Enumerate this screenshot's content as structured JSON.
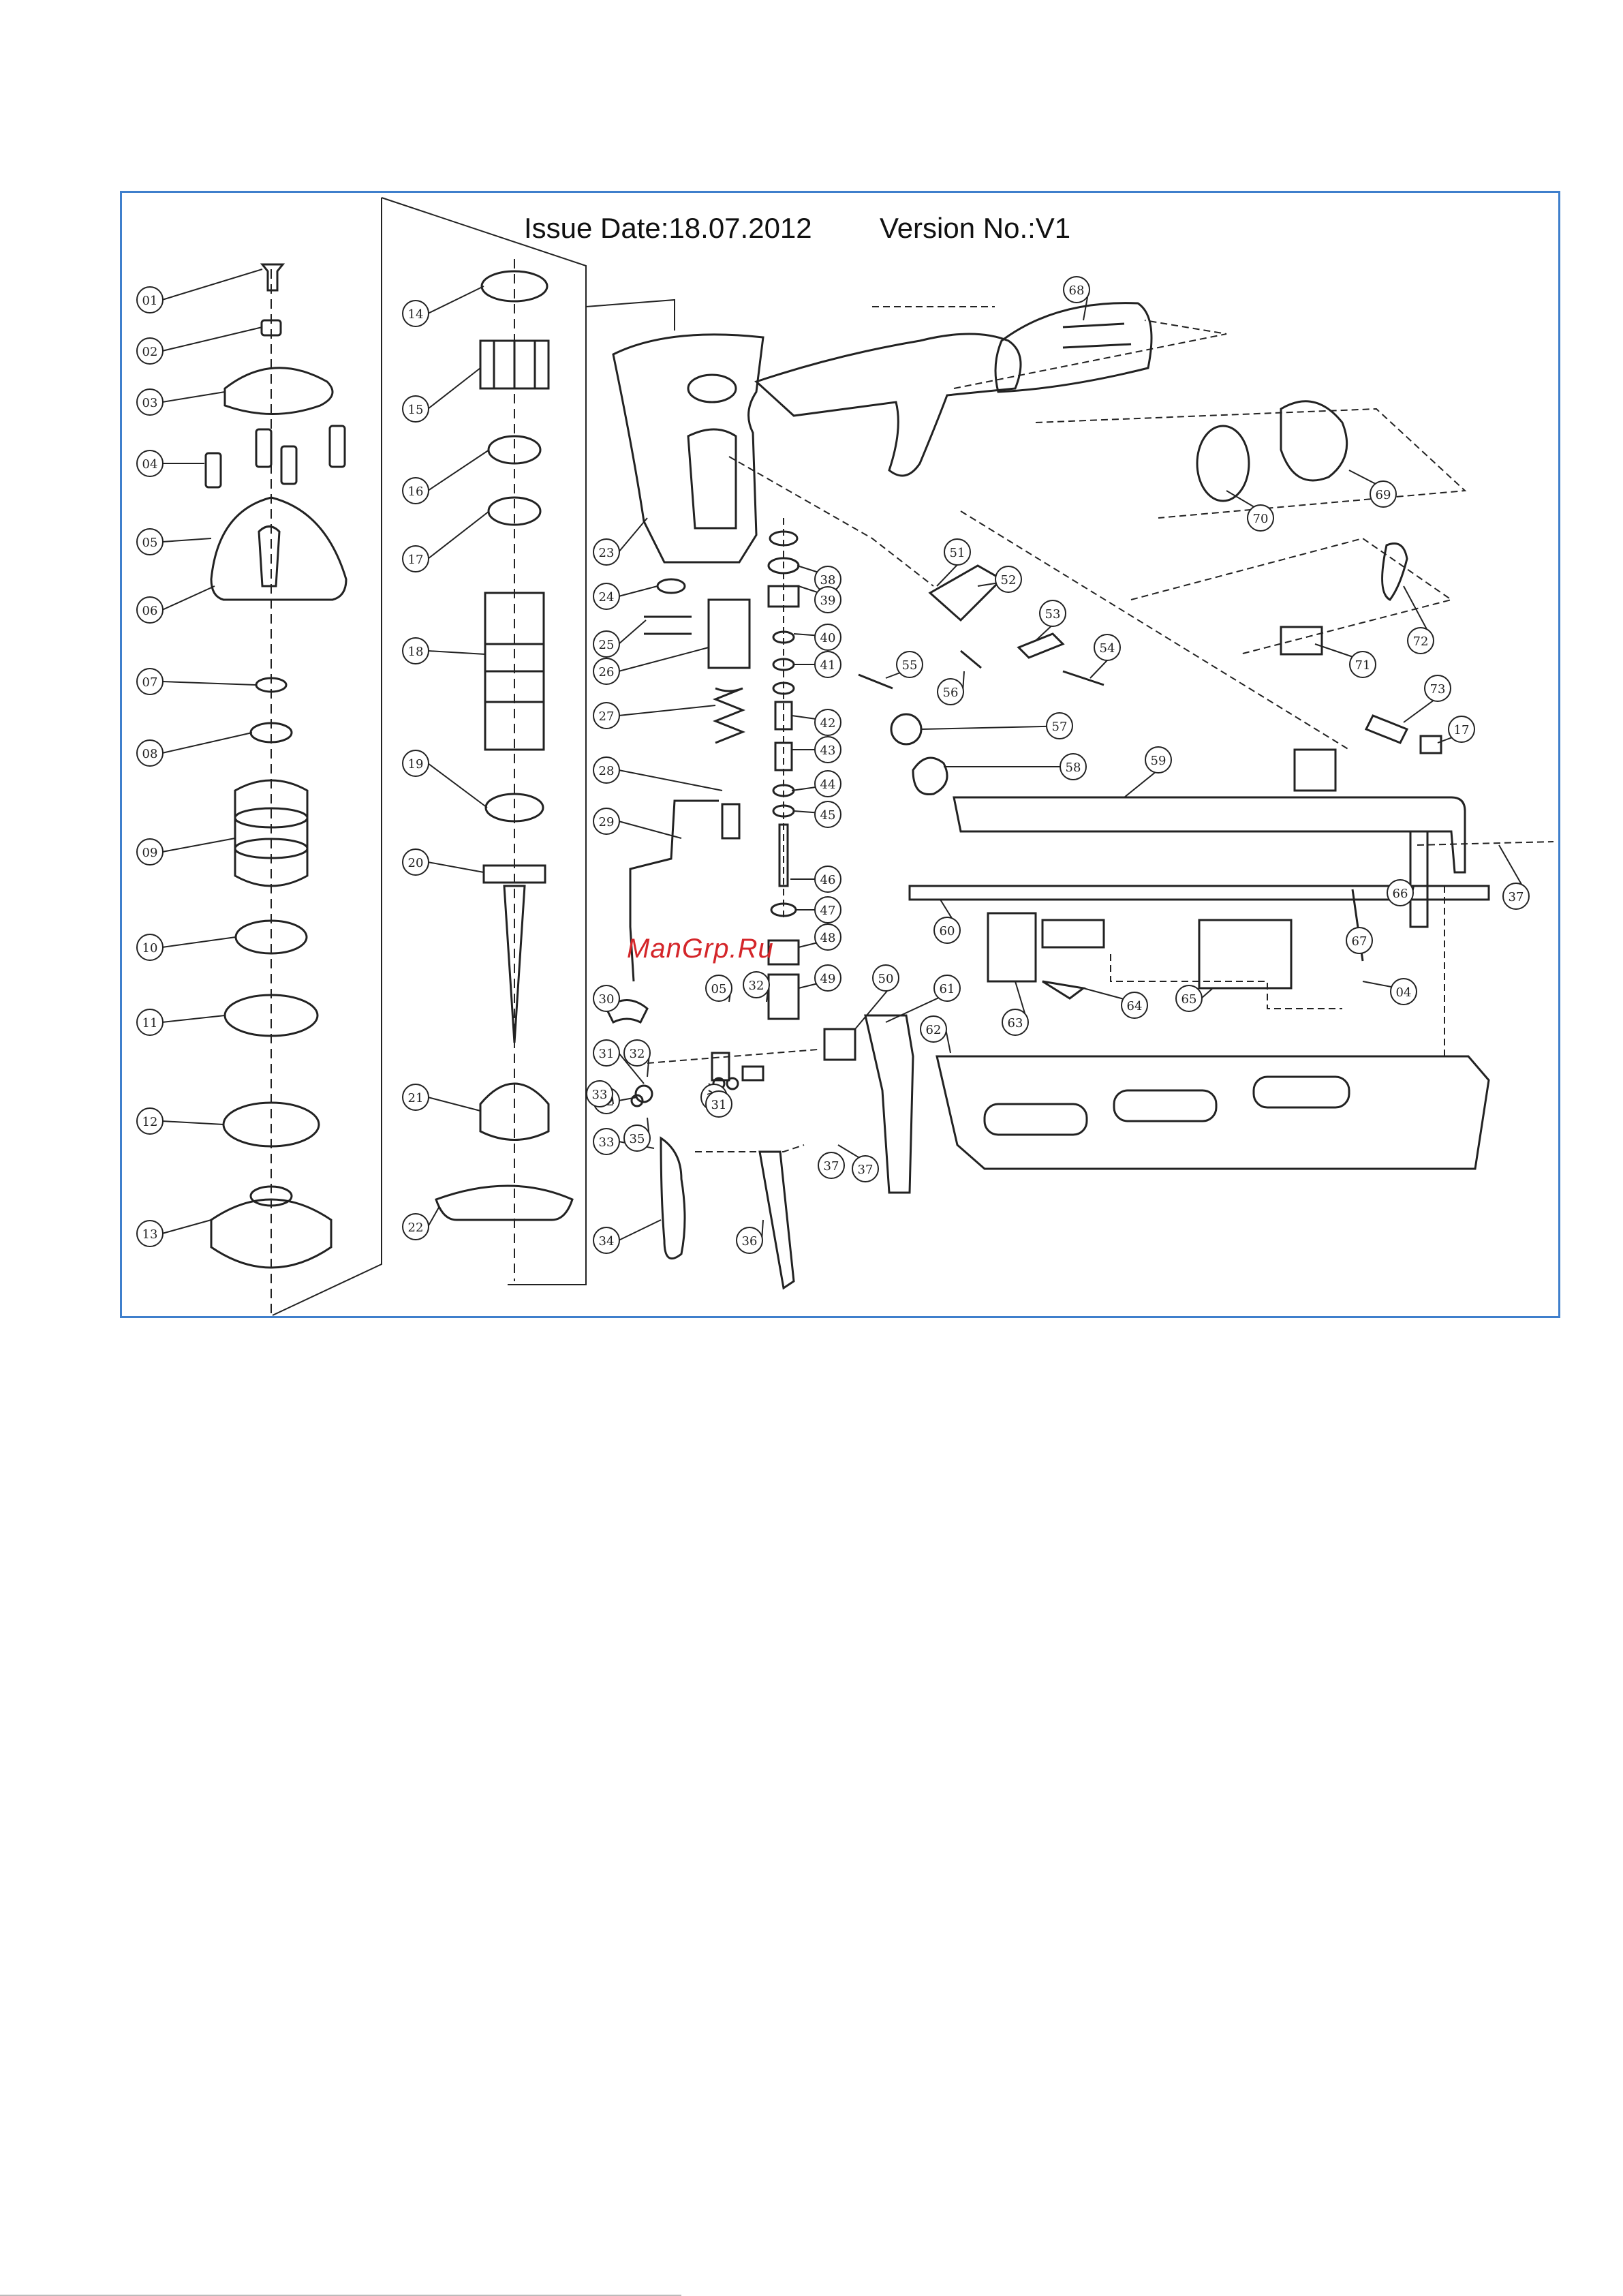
{
  "header": {
    "issue_date": "Issue Date:18.07.2012",
    "version": "Version No.:V1"
  },
  "watermark": "ManGrp.Ru",
  "callouts": [
    "01",
    "02",
    "03",
    "04",
    "05",
    "06",
    "07",
    "08",
    "09",
    "10",
    "11",
    "12",
    "13",
    "14",
    "15",
    "16",
    "17",
    "18",
    "19",
    "20",
    "21",
    "22",
    "23",
    "24",
    "25",
    "26",
    "27",
    "28",
    "29",
    "30",
    "31",
    "32",
    "33",
    "34",
    "35",
    "36",
    "37",
    "38",
    "39",
    "40",
    "41",
    "42",
    "43",
    "44",
    "45",
    "46",
    "47",
    "48",
    "49",
    "50",
    "51",
    "52",
    "53",
    "54",
    "55",
    "56",
    "57",
    "58",
    "59",
    "60",
    "61",
    "62",
    "63",
    "64",
    "65",
    "66",
    "67",
    "68",
    "69",
    "70",
    "71",
    "72",
    "73",
    "17",
    "04",
    "05",
    "32",
    "35",
    "31",
    "32",
    "33",
    "37",
    "37"
  ],
  "colors": {
    "frame": "#3f7fcc",
    "line": "#222222",
    "watermark": "#d4262a"
  }
}
